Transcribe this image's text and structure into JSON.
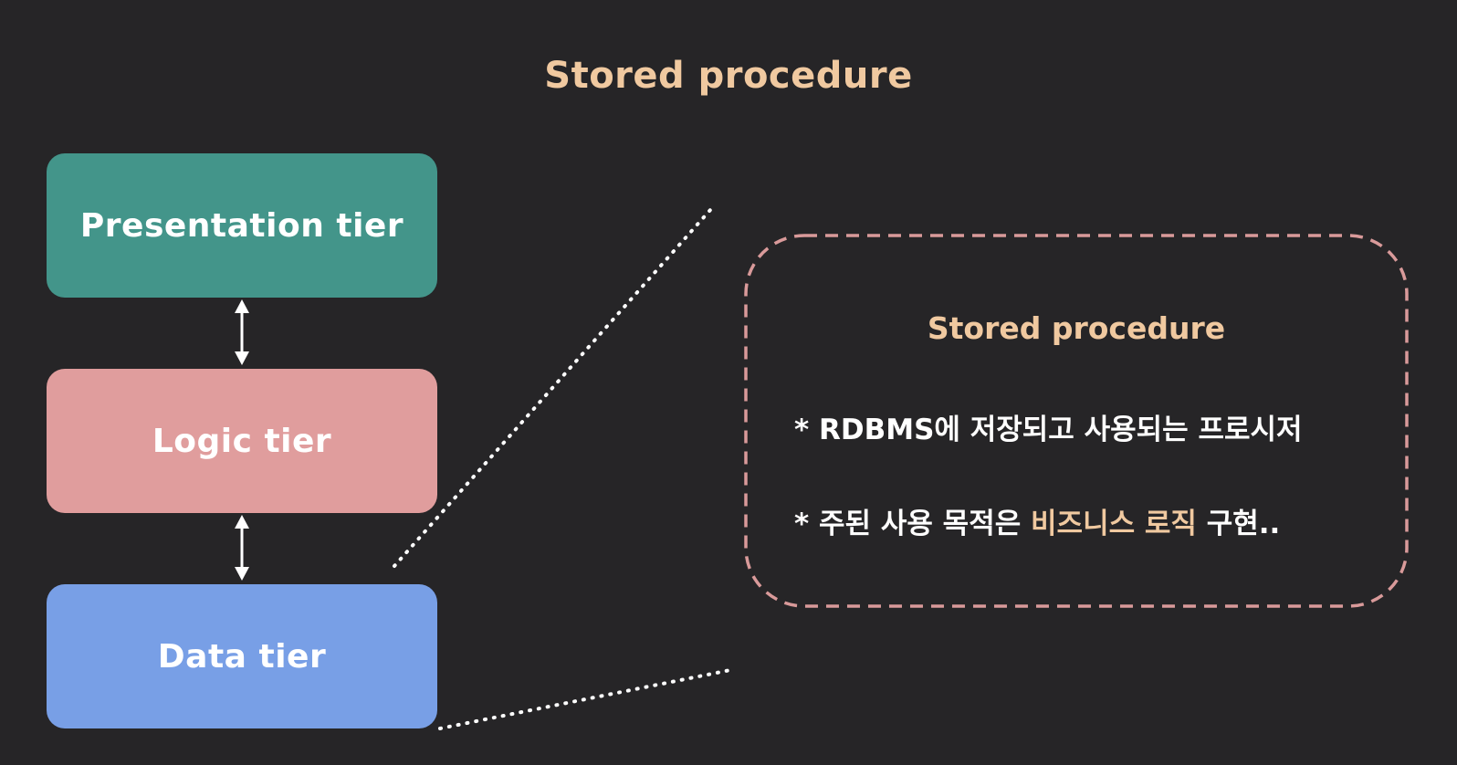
{
  "diagram": {
    "title": "Stored procedure",
    "tiers": [
      {
        "label": "Presentation tier",
        "color": "#43958a"
      },
      {
        "label": "Logic tier",
        "color": "#e09d9d"
      },
      {
        "label": "Data tier",
        "color": "#789fe6"
      }
    ],
    "detail": {
      "title": "Stored procedure",
      "bullets": [
        {
          "prefix": "* RDBMS에 저장되고 사용되는 프로시저",
          "highlight": "",
          "suffix": ""
        },
        {
          "prefix": "* 주된 사용 목적은 ",
          "highlight": "비즈니스 로직",
          "suffix": " 구현.."
        }
      ],
      "border_color": "#d99a9a"
    },
    "colors": {
      "background": "#262527",
      "title": "#f0c9a0",
      "arrow": "#ffffff"
    }
  }
}
